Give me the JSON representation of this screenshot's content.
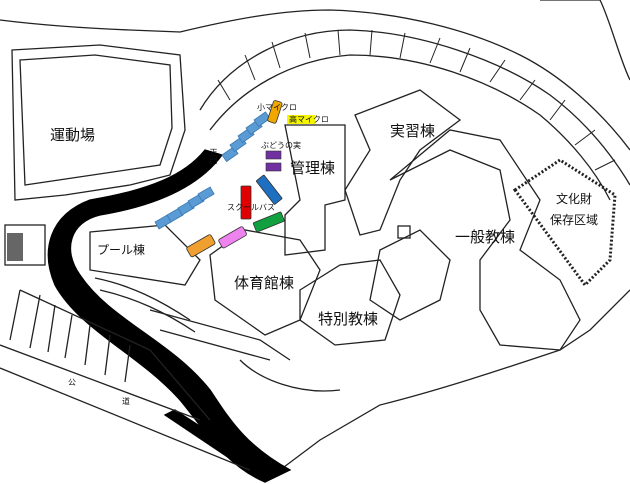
{
  "map": {
    "labels": {
      "sports_ground": "運動場",
      "pool_building": "プール棟",
      "gym_building": "体育館棟",
      "special_classroom_building": "特別教棟",
      "admin_building": "管理棟",
      "practical_building": "実習棟",
      "general_classroom_building": "一般教棟",
      "cultural_heritage_line1": "文化財",
      "cultural_heritage_line2": "保存区域",
      "small_micro": "小マイクロ",
      "high_micro": "高マイクロ",
      "budou_no_mi": "ぶどうの実",
      "school_bus": "スクールバス",
      "main_gate": "正門",
      "public_road_1": "公",
      "public_road_2": "道"
    },
    "colors": {
      "parking_slot": "#5b9bd5",
      "small_micro": "#f0a800",
      "high_micro": "#f5f500",
      "budou_no_mi": "#7030a0",
      "school_bus_red": "#e00000",
      "school_bus_blue": "#1f6fc0",
      "school_bus_green": "#10a040",
      "pink_vehicle": "#ee82ee",
      "orange_vehicle": "#f0a030",
      "road": "#000000"
    }
  }
}
